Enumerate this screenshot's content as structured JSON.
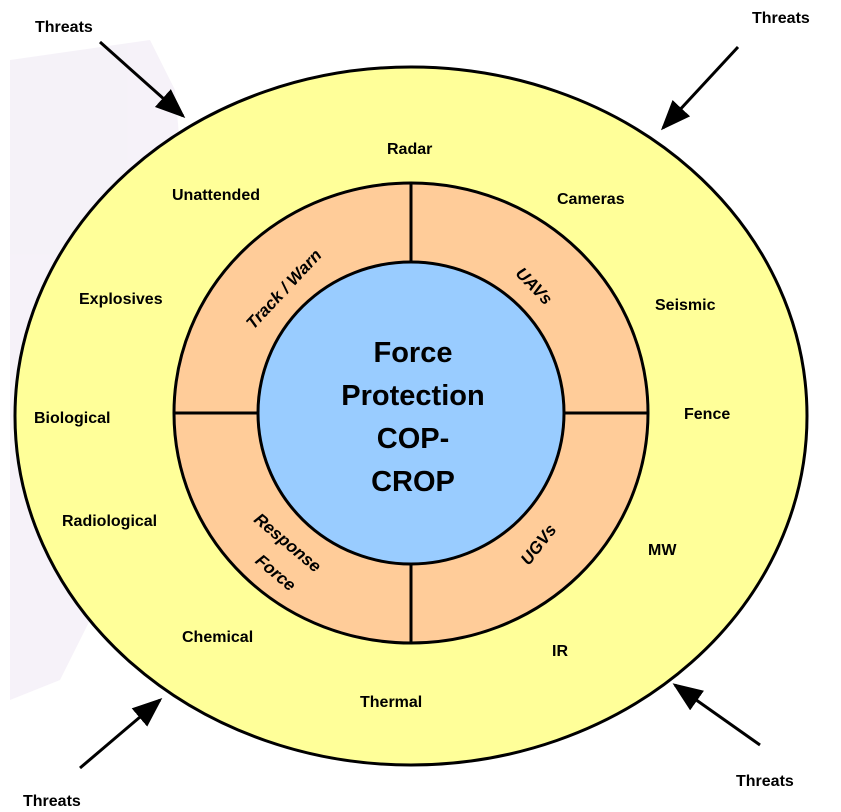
{
  "colors": {
    "outer_ring": "#ffff99",
    "middle_ring": "#ffcc99",
    "core": "#99ccff",
    "stroke": "#000000",
    "watermark": "#ece6f2"
  },
  "threats": {
    "top_left": "Threats",
    "top_right": "Threats",
    "bottom_left": "Threats",
    "bottom_right": "Threats"
  },
  "sensors": {
    "radar": "Radar",
    "unattended": "Unattended",
    "cameras": "Cameras",
    "explosives": "Explosives",
    "seismic": "Seismic",
    "biological": "Biological",
    "fence": "Fence",
    "radiological": "Radiological",
    "mw": "MW",
    "chemical": "Chemical",
    "ir": "IR",
    "thermal": "Thermal"
  },
  "quadrants": {
    "track_warn": "Track / Warn",
    "uavs": "UAVs",
    "response_line1": "Response",
    "response_line2": "Force",
    "ugvs": "UGVs"
  },
  "core": {
    "line1": "Force",
    "line2": "Protection",
    "line3": "COP-",
    "line4": "CROP"
  }
}
